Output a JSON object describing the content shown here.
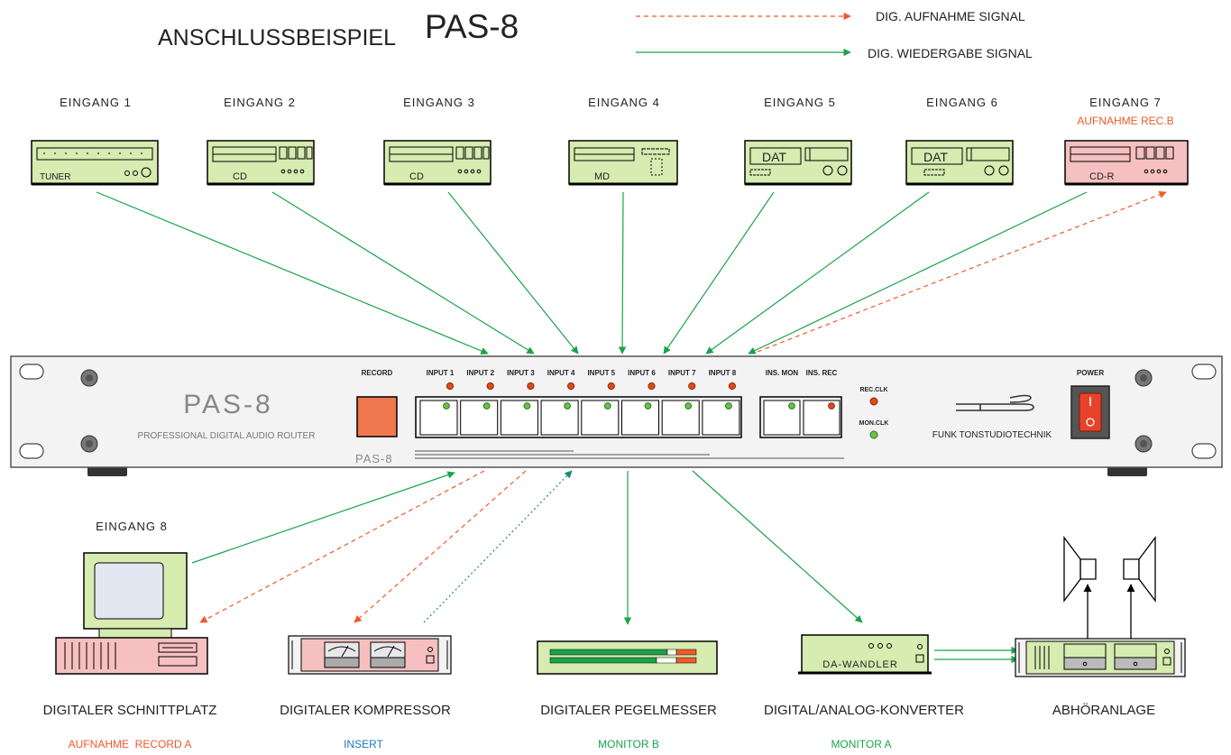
{
  "header": {
    "title_prefix": "ANSCHLUSSBEISPIEL",
    "title_model": "PAS-8",
    "legend": [
      {
        "label": "DIG. AUFNAHME SIGNAL",
        "color": "#f05a28",
        "style": "dashed"
      },
      {
        "label": "DIG. WIEDERGABE SIGNAL",
        "color": "#1aa34a",
        "style": "solid"
      }
    ]
  },
  "colors": {
    "record": "#f05a28",
    "playback": "#1aa34a",
    "insert": "#1a8a7a",
    "device_green": "#d6ecb0",
    "device_pink": "#f6c0c0",
    "insert_label": "#1f74c2"
  },
  "inputs": [
    {
      "label": "EINGANG 1",
      "device": "TUNER",
      "icon": "tuner-icon"
    },
    {
      "label": "EINGANG 2",
      "device": "CD",
      "icon": "cd-player-icon"
    },
    {
      "label": "EINGANG 3",
      "device": "CD",
      "icon": "cd-player-icon"
    },
    {
      "label": "EINGANG 4",
      "device": "MD",
      "icon": "minidisc-icon"
    },
    {
      "label": "EINGANG 5",
      "device": "DAT",
      "icon": "dat-recorder-icon"
    },
    {
      "label": "EINGANG 6",
      "device": "DAT",
      "icon": "dat-recorder-icon"
    },
    {
      "label": "EINGANG 7",
      "sublabel": "AUFNAHME  REC.B",
      "device": "CD-R",
      "icon": "cd-recorder-icon"
    }
  ],
  "router": {
    "model": "PAS-8",
    "subtitle": "PROFESSIONAL DIGITAL AUDIO ROUTER",
    "model_small": "PAS-8",
    "record_label": "RECORD",
    "buttons": [
      "INPUT 1",
      "INPUT 2",
      "INPUT 3",
      "INPUT 4",
      "INPUT 5",
      "INPUT 6",
      "INPUT 7",
      "INPUT 8"
    ],
    "ins_buttons": [
      "INS. MON",
      "INS. REC"
    ],
    "rec_clk": "REC.CLK",
    "mon_clk": "MON.CLK",
    "brand": "FUNK TONSTUDIOTECHNIK",
    "power": "POWER",
    "power_switch": "I O"
  },
  "outputs": [
    {
      "title": "DIGITALER SCHNITTPLATZ",
      "role": "AUFNAHME  RECORD A",
      "role_color": "#f05a28",
      "extra": "EINGANG 8"
    },
    {
      "title": "DIGITALER KOMPRESSOR",
      "role": "INSERT",
      "role_color": "#1f74c2"
    },
    {
      "title": "DIGITALER PEGELMESSER",
      "role": "MONITOR B",
      "role_color": "#1aa34a"
    },
    {
      "title": "DIGITAL/ANALOG-KONVERTER",
      "role": "MONITOR A",
      "role_color": "#1aa34a",
      "device": "DA-WANDLER"
    },
    {
      "title": "ABHÖRANLAGE",
      "role": ""
    }
  ]
}
